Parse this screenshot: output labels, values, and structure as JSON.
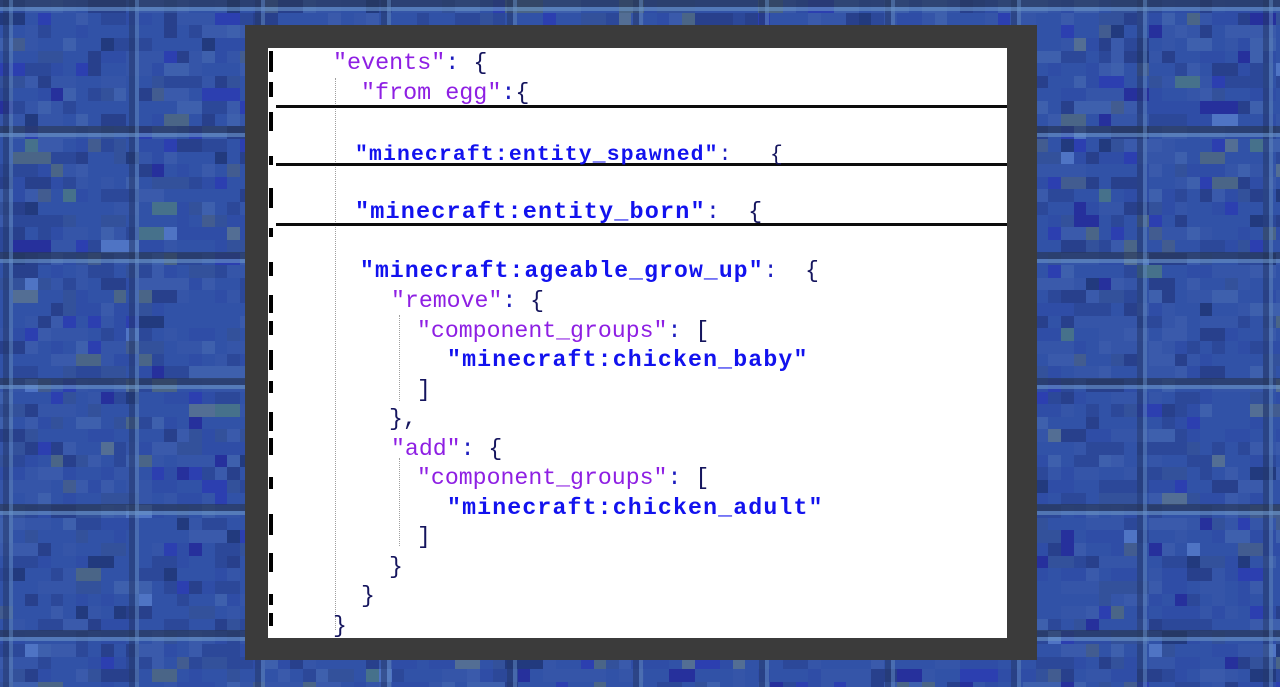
{
  "background": {
    "base": "#3152a7",
    "palette": [
      "#3152a7",
      "#2f4da6",
      "#3555a8",
      "#3a5aab",
      "#2c4899",
      "#28408c",
      "#3e60ad",
      "#33519b",
      "#425c90",
      "#4a6587",
      "#223a7e",
      "#536e94",
      "#46718b",
      "#2c3fb0",
      "#26309c",
      "#4f74c4"
    ],
    "weights": [
      34,
      14,
      12,
      8,
      10,
      6,
      5,
      6,
      2,
      1.5,
      2,
      1,
      0.8,
      4,
      1.5,
      1
    ],
    "seam": {
      "v_dark": "#24386b",
      "v_light": "#5d84ba",
      "h_dark": "#283758",
      "h_light": "#6b94c4"
    }
  },
  "frame": {
    "color": "#3b3b3b"
  },
  "editor": {
    "background": "#ffffff",
    "colors": {
      "string": "#8e1fe3",
      "minecraft": "#1212ee",
      "colon": "#1b1bbd",
      "brace": "#15155e"
    },
    "blocks": [
      {
        "lines": [
          {
            "indent": 1,
            "parts": [
              [
                "\"events\"",
                "string"
              ],
              [
                ": ",
                "colon"
              ],
              [
                "{",
                "brace"
              ]
            ]
          },
          {
            "indent": 2,
            "parts": [
              [
                "\"from egg\"",
                "string"
              ],
              [
                ":",
                "colon"
              ],
              [
                "{",
                "brace"
              ]
            ]
          }
        ]
      },
      {
        "lines": [
          {
            "indent": 2,
            "parts": [
              [
                "\"minecraft:entity_spawned\"",
                "minecraft"
              ],
              [
                ":   ",
                "colon"
              ],
              [
                "{",
                "brace"
              ]
            ]
          }
        ]
      },
      {
        "lines": [
          {
            "indent": 2,
            "parts": [
              [
                "\"minecraft:entity_born\"",
                "minecraft"
              ],
              [
                ":  ",
                "colon"
              ],
              [
                "{",
                "brace"
              ]
            ]
          }
        ]
      },
      {
        "lines": [
          {
            "indent": 2,
            "parts": [
              [
                "\"minecraft:ageable_grow_up\"",
                "minecraft"
              ],
              [
                ":  ",
                "colon"
              ],
              [
                "{",
                "brace"
              ]
            ]
          },
          {
            "indent": 3,
            "parts": [
              [
                "\"remove\"",
                "string"
              ],
              [
                ": ",
                "colon"
              ],
              [
                "{",
                "brace"
              ]
            ]
          },
          {
            "indent": 4,
            "parts": [
              [
                "\"component_groups\"",
                "string"
              ],
              [
                ": ",
                "colon"
              ],
              [
                "[",
                "brace"
              ]
            ]
          },
          {
            "indent": 5,
            "parts": [
              [
                "\"minecraft:chicken_baby\"",
                "minecraft"
              ]
            ]
          },
          {
            "indent": 4,
            "parts": [
              [
                "]",
                "brace"
              ]
            ]
          },
          {
            "indent": 3,
            "parts": [
              [
                "},",
                "brace"
              ]
            ]
          },
          {
            "indent": 3,
            "parts": [
              [
                "\"add\"",
                "string"
              ],
              [
                ": ",
                "colon"
              ],
              [
                "{",
                "brace"
              ]
            ]
          },
          {
            "indent": 4,
            "parts": [
              [
                "\"component_groups\"",
                "string"
              ],
              [
                ": ",
                "colon"
              ],
              [
                "[",
                "brace"
              ]
            ]
          },
          {
            "indent": 5,
            "parts": [
              [
                "\"minecraft:chicken_adult\"",
                "minecraft"
              ]
            ]
          },
          {
            "indent": 4,
            "parts": [
              [
                "]",
                "brace"
              ]
            ]
          },
          {
            "indent": 3,
            "parts": [
              [
                "}",
                "brace"
              ]
            ]
          },
          {
            "indent": 2,
            "parts": [
              [
                "}",
                "brace"
              ]
            ]
          },
          {
            "indent": 1,
            "parts": [
              [
                "}",
                "brace"
              ]
            ]
          }
        ]
      }
    ]
  }
}
